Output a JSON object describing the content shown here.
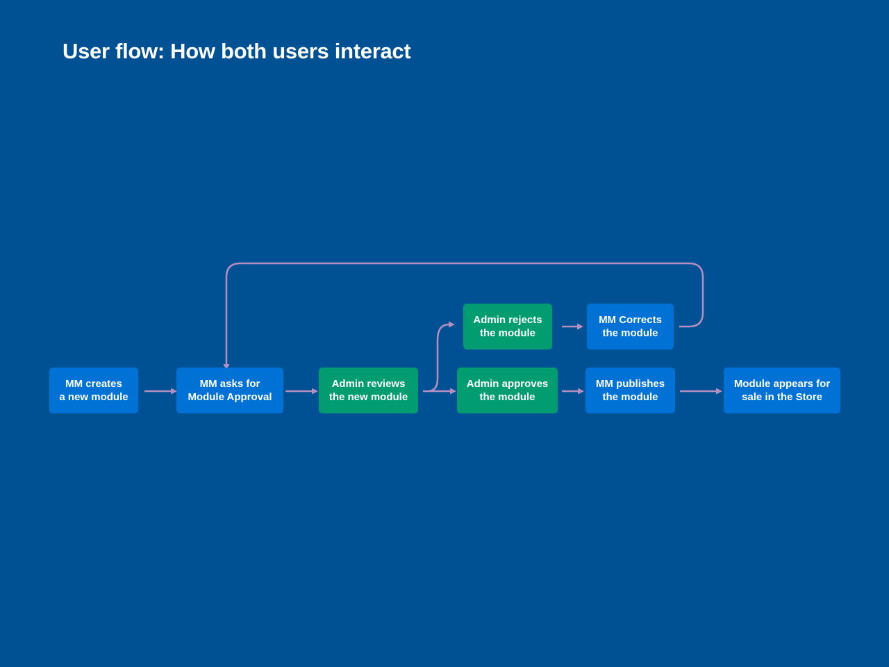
{
  "title": "User flow: How both users interact",
  "colors": {
    "background": "#005094",
    "mm_node": "#0072D5",
    "admin_node": "#019D70",
    "connector": "#B48FC2"
  },
  "nodes": {
    "mm_creates": {
      "line1": "MM creates",
      "line2": "a new module"
    },
    "mm_asks": {
      "line1": "MM asks for",
      "line2": "Module Approval"
    },
    "admin_reviews": {
      "line1": "Admin reviews",
      "line2": "the new module"
    },
    "admin_rejects": {
      "line1": "Admin rejects",
      "line2": "the module"
    },
    "mm_corrects": {
      "line1": "MM Corrects",
      "line2": "the module"
    },
    "admin_approves": {
      "line1": "Admin approves",
      "line2": "the module"
    },
    "mm_publishes": {
      "line1": "MM publishes",
      "line2": "the module"
    },
    "module_appears": {
      "line1": "Module appears for",
      "line2": "sale in the Store"
    }
  },
  "edges": [
    {
      "from": "mm_creates",
      "to": "mm_asks"
    },
    {
      "from": "mm_asks",
      "to": "admin_reviews"
    },
    {
      "from": "admin_reviews",
      "to": "admin_rejects"
    },
    {
      "from": "admin_reviews",
      "to": "admin_approves"
    },
    {
      "from": "admin_rejects",
      "to": "mm_corrects"
    },
    {
      "from": "mm_corrects",
      "to": "mm_asks"
    },
    {
      "from": "admin_approves",
      "to": "mm_publishes"
    },
    {
      "from": "mm_publishes",
      "to": "module_appears"
    }
  ]
}
